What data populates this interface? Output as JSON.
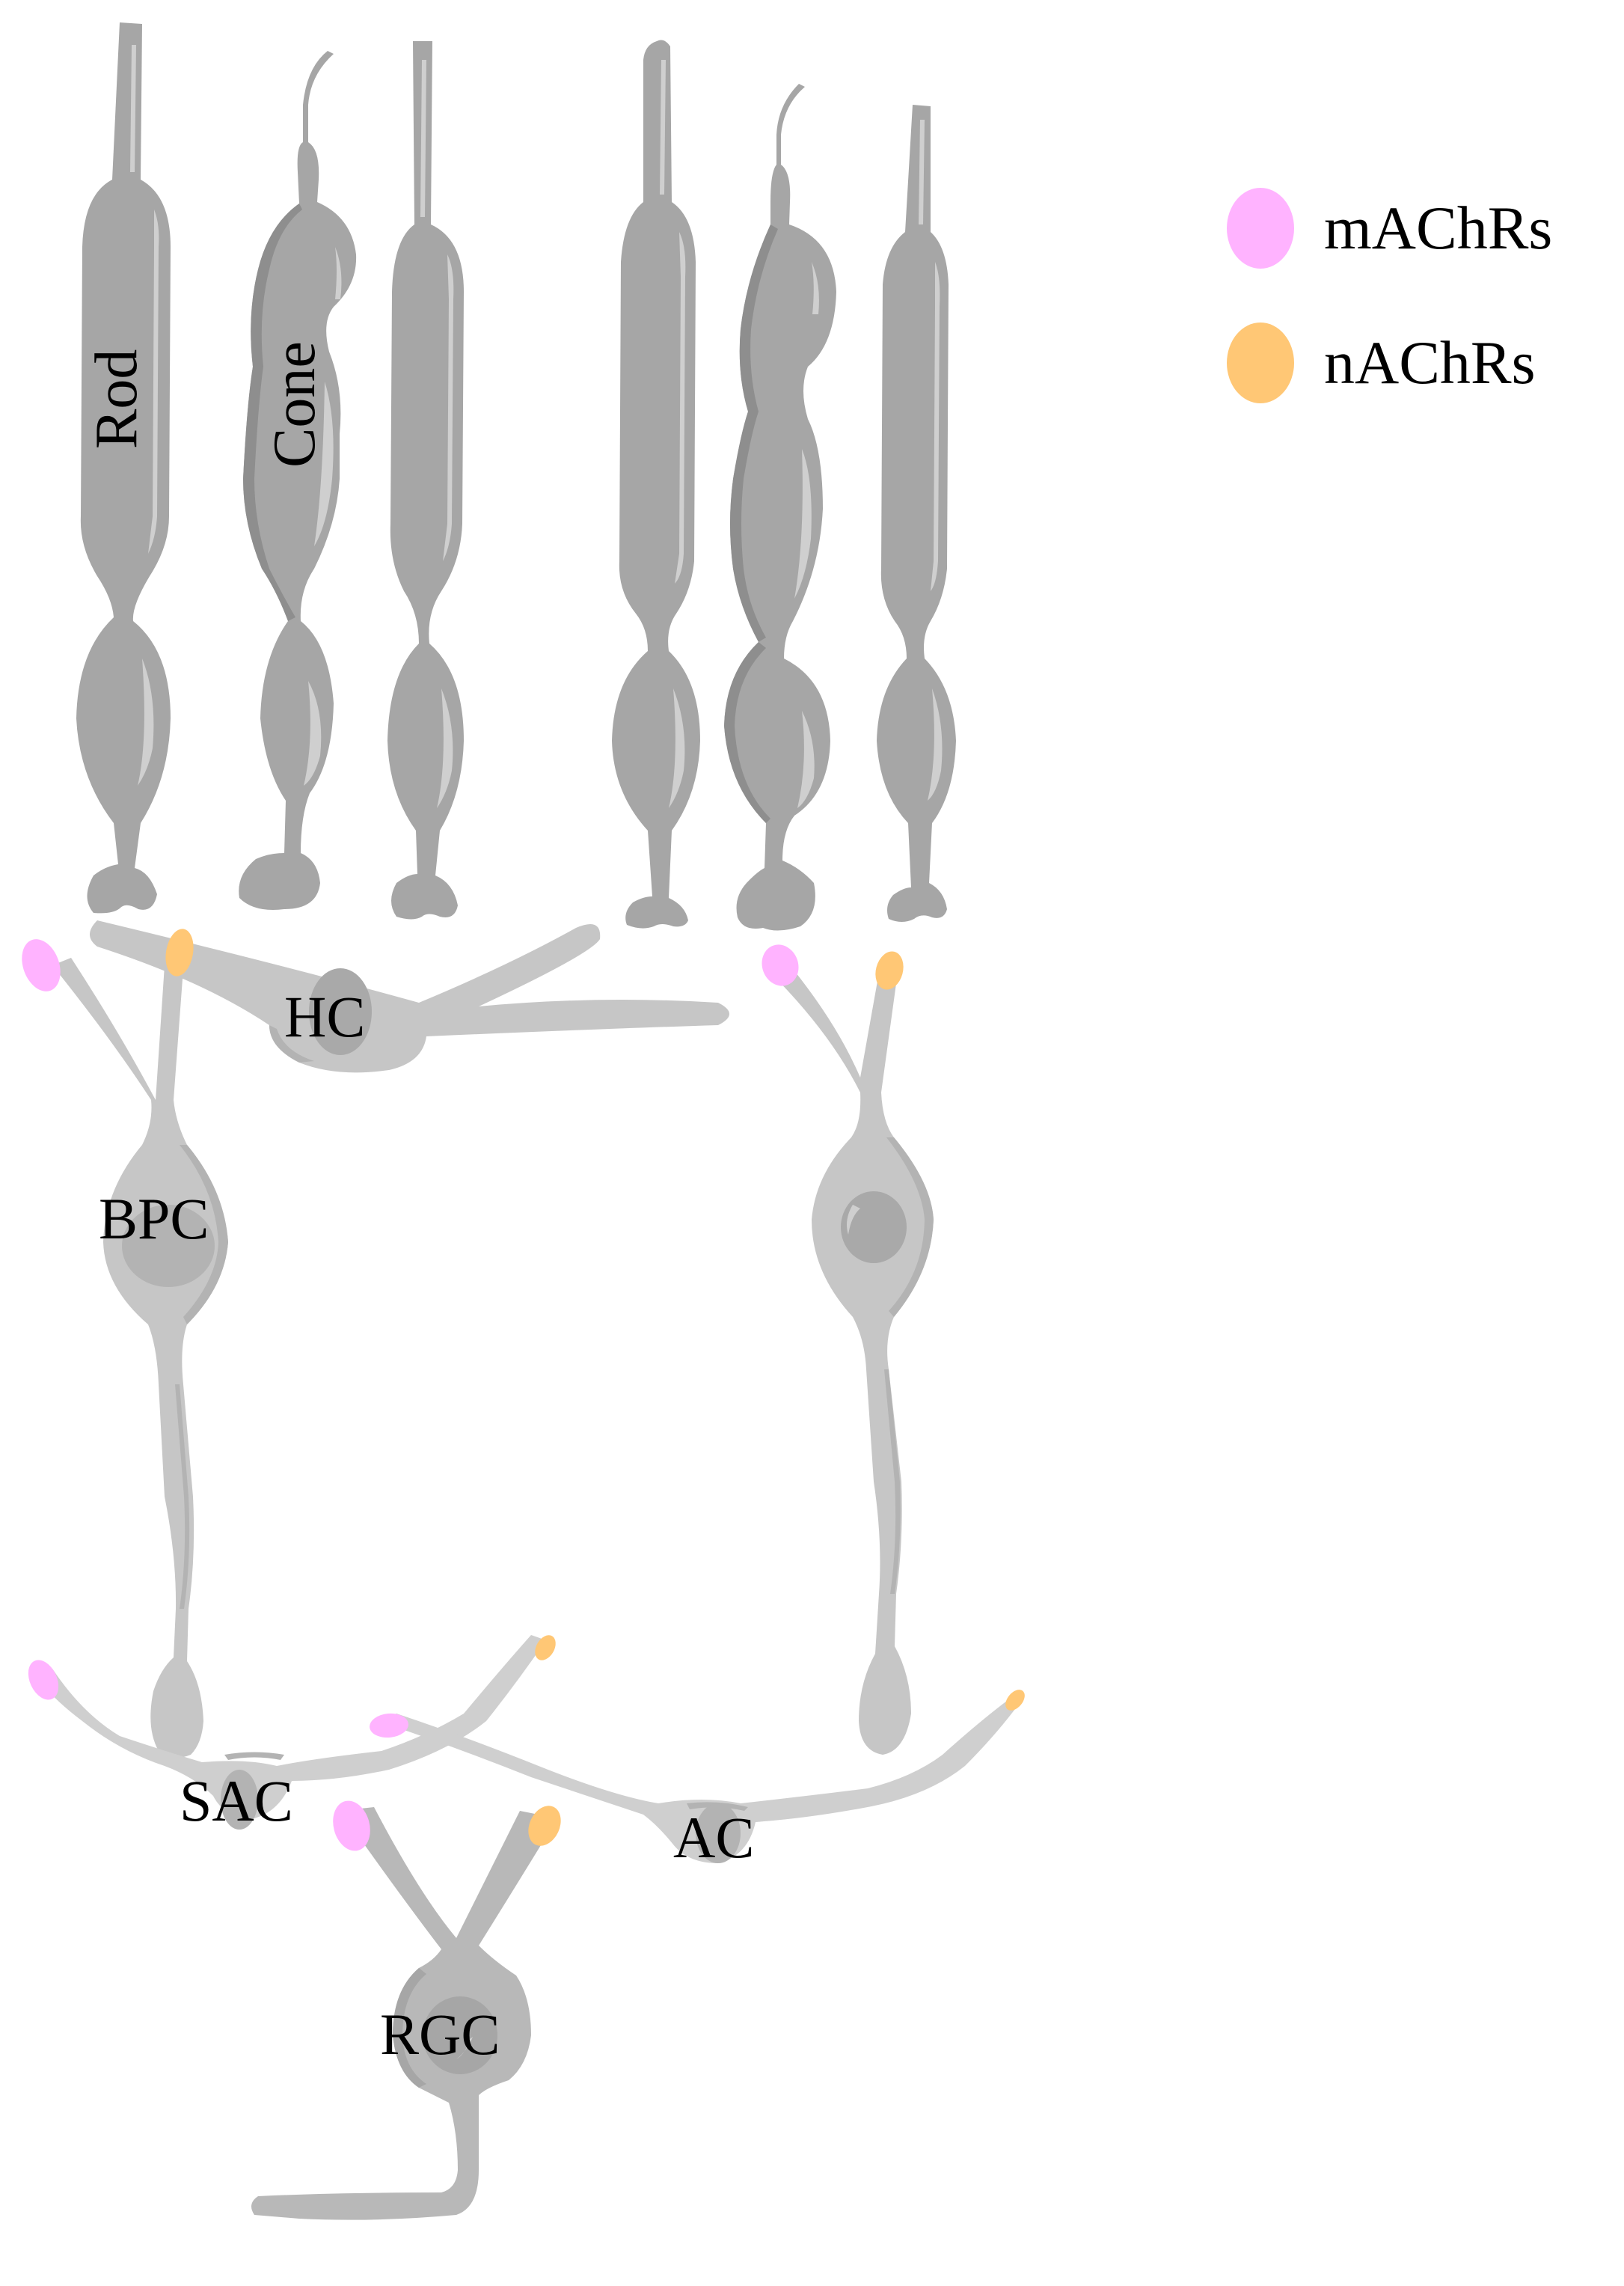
{
  "legend": {
    "items": [
      {
        "label": "mAChRs",
        "color": "#ffb3ff"
      },
      {
        "label": "nAChRs",
        "color": "#ffc775"
      }
    ]
  },
  "colors": {
    "photoreceptor": "#a6a6a6",
    "photoreceptor_shadow": "#8e8e8e",
    "highlight": "#cfcfcf",
    "neuron": "#c6c6c6",
    "neuron_dark": "#b3b3b3",
    "nucleus": "#a9a9a9",
    "m_receptor": "#ffb3ff",
    "n_receptor": "#ffc775"
  },
  "labels": {
    "rod": "Rod",
    "cone": "Cone",
    "hc": "HC",
    "bpc": "BPC",
    "sac": "SAC",
    "ac": "AC",
    "rgc": "RGC"
  }
}
